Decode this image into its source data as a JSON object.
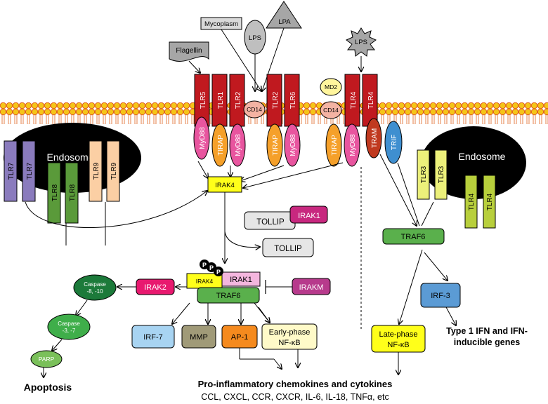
{
  "ligands": {
    "flagellin": "Flagellin",
    "mycoplasm": "Mycoplasm",
    "lps1": "LPS",
    "lpa": "LPA",
    "lps2": "LPS"
  },
  "receptors": {
    "tlr5": "TLR5",
    "tlr1": "TLR1",
    "tlr2a": "TLR2",
    "tlr2b": "TLR2",
    "tlr6": "TLR6",
    "tlr4a": "TLR4",
    "tlr4b": "TLR4",
    "cd14a": "CD14",
    "cd14b": "CD14",
    "md2": "MD2"
  },
  "adaptors": {
    "myd88": "MyD88",
    "tirap": "TIRAP",
    "tram": "TRAM",
    "trif": "TRIF"
  },
  "endosome_left": {
    "label": "Endosome",
    "tlr7": "TLR7",
    "tlr8": "TLR8",
    "tlr9": "TLR9"
  },
  "endosome_right": {
    "label": "Endosome",
    "tlr3": "TLR3",
    "tlr4": "TLR4"
  },
  "signaling": {
    "irak4": "IRAK4",
    "irak1": "IRAK1",
    "tollip": "TOLLIP",
    "phospho": "P",
    "traf6": "TRAF6",
    "irakm": "IRAKM",
    "irak2": "IRAK2",
    "irf7": "IRF-7",
    "mmp": "MMP",
    "ap1": "AP-1",
    "early_nfkb_1": "Early-phase",
    "early_nfkb_2": "NF-κB",
    "irf3": "IRF-3",
    "late_nfkb_1": "Late-phase",
    "late_nfkb_2": "NF-κB"
  },
  "apoptosis": {
    "casp810_1": "Caspase",
    "casp810_2": "-8, -10",
    "casp37_1": "Caspase",
    "casp37_2": "-3, -7",
    "parp": "PARP",
    "label": "Apoptosis"
  },
  "outputs": {
    "cytokines_title": "Pro-inflammatory chemokines and cytokines",
    "cytokines_list": "CCL, CXCL, CCR, CXCR, IL-6, IL-18, TNFα, etc",
    "ifn_line1": "Type 1 IFN and IFN-",
    "ifn_line2": "inducible genes"
  }
}
